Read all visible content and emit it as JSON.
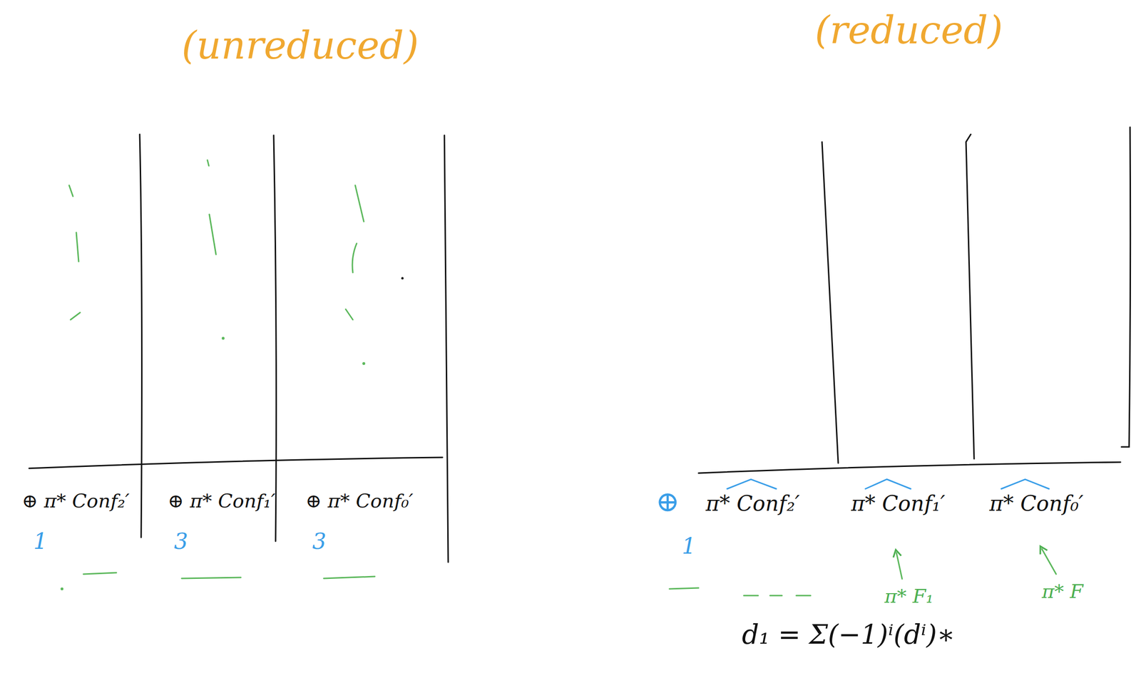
{
  "diagram": {
    "labels": [
      "(unreduced)",
      "(reduced)",
      "⊕ π* Conf₂′",
      "⊕ π* Conf₁′",
      "⊕ π* Conf₀′",
      "1",
      "3",
      "3",
      "⊕",
      "π* Conf₂′",
      "π* Conf₁′",
      "π* Conf₀′",
      "1",
      "π* F₁",
      "π* F",
      "d₁ = Σ(−1)ⁱ(dⁱ)∗"
    ]
  }
}
